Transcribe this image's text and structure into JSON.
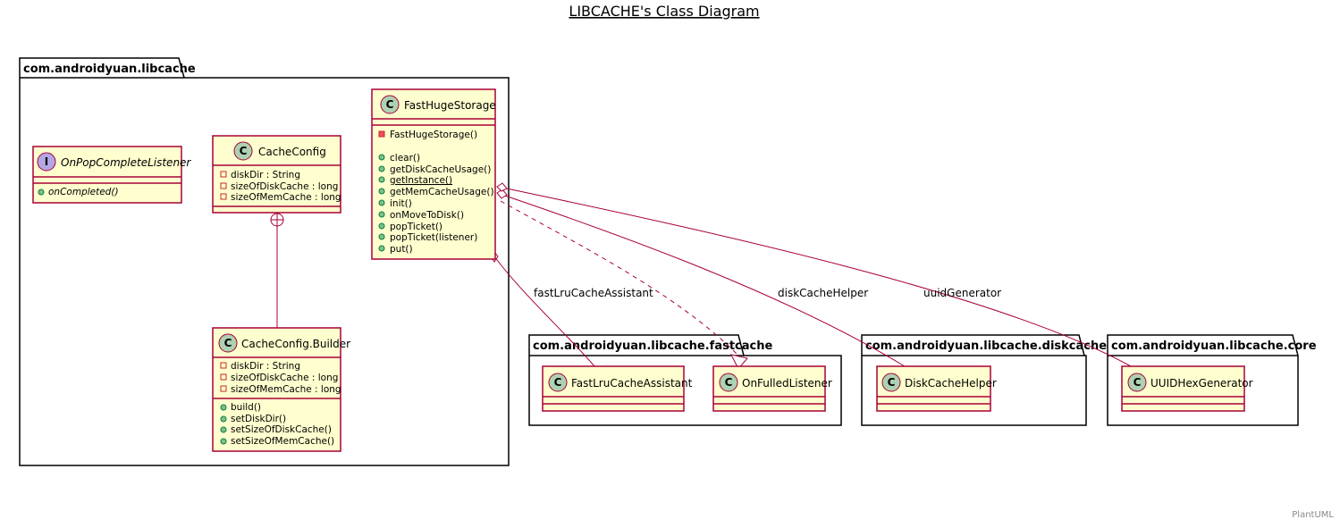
{
  "title": "LIBCACHE's Class Diagram ",
  "footer": "PlantUML",
  "colors": {
    "class_fill": "#FEFECE",
    "class_border": "#A80036",
    "class_circle": "#ADD1B2",
    "interface_circle": "#B4A7E5",
    "package_border": "#000000",
    "edge": "#A80036"
  },
  "packages": {
    "libcache": "com.androidyuan.libcache",
    "fastcache": "com.androidyuan.libcache.fastcache",
    "diskcache": "com.androidyuan.libcache.diskcache",
    "core": "com.androidyuan.libcache.core"
  },
  "classes": {
    "listener": {
      "kind": "I",
      "name": "OnPopCompleteListener",
      "fields": [],
      "methods": [
        "onCompleted()"
      ]
    },
    "config": {
      "kind": "C",
      "name": "CacheConfig",
      "fields": [
        "diskDir : String",
        "sizeOfDiskCache : long",
        "sizeOfMemCache : long"
      ],
      "methods": []
    },
    "builder": {
      "kind": "C",
      "name": "CacheConfig.Builder",
      "fields": [
        "diskDir : String",
        "sizeOfDiskCache : long",
        "sizeOfMemCache : long"
      ],
      "methods": [
        "build()",
        "setDiskDir()",
        "setSizeOfDiskCache()",
        "setSizeOfMemCache()"
      ]
    },
    "storage": {
      "kind": "C",
      "name": "FastHugeStorage",
      "fields": [],
      "constructors": [
        "FastHugeStorage()"
      ],
      "methods": [
        "clear()",
        "getDiskCacheUsage()",
        "getInstance()",
        "getMemCacheUsage()",
        "init()",
        "onMoveToDisk()",
        "popTicket()",
        "popTicket(listener)",
        "put()"
      ]
    },
    "assistant": {
      "kind": "C",
      "name": "FastLruCacheAssistant"
    },
    "fulled": {
      "kind": "C",
      "name": "OnFulledListener"
    },
    "disk": {
      "kind": "C",
      "name": "DiskCacheHelper"
    },
    "uuid": {
      "kind": "C",
      "name": "UUIDHexGenerator"
    }
  },
  "relations": {
    "assistant_label": "fastLruCacheAssistant",
    "disk_label": "diskCacheHelper",
    "uuid_label": "uuidGenerator"
  }
}
